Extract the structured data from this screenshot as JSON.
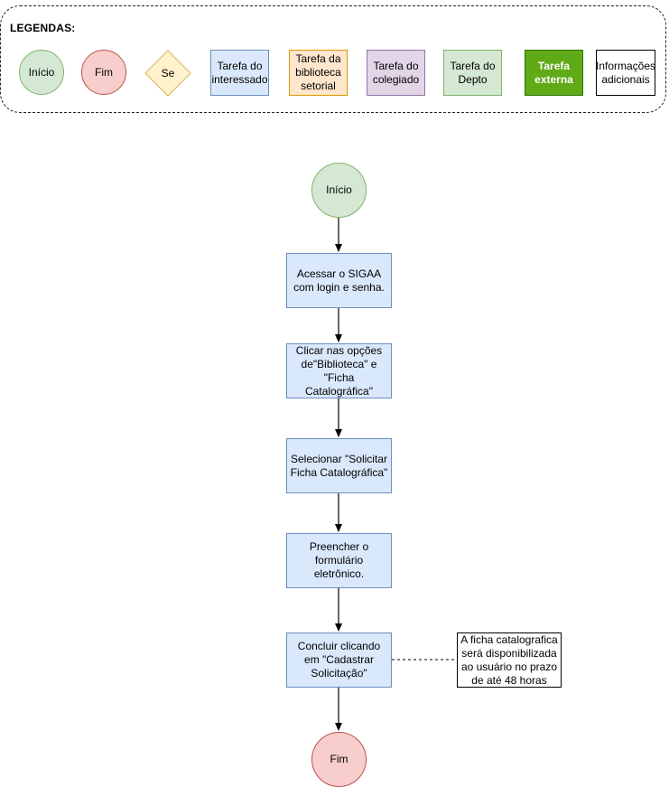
{
  "legend": {
    "title": "LEGENDAS:",
    "inicio": "Início",
    "fim": "Fim",
    "se": "Se",
    "tarefa_interessado": "Tarefa do interessado",
    "tarefa_biblioteca": "Tarefa da biblioteca setorial",
    "tarefa_colegiado": "Tarefa do colegiado",
    "tarefa_depto": "Tarefa do Depto",
    "tarefa_externa": "Tarefa externa",
    "informacoes": "Informações adicionais"
  },
  "flow": {
    "start": "Início",
    "step1": "Acessar o SIGAA com login e senha.",
    "step2": "Clicar nas opções de\"Biblioteca\" e \"Ficha Catalográfica\"",
    "step3": "Selecionar \"Solicitar Ficha Catalográfica\"",
    "step4": "Preencher o formulário eletrônico.",
    "step5": "Concluir clicando em \"Cadastrar Solicitação\"",
    "note": "A ficha catalografica será disponibilizada ao usuário no prazo de até 48 horas",
    "end": "Fim"
  },
  "colors": {
    "interessado": "#dae8fc",
    "biblioteca": "#ffe6cc",
    "colegiado": "#e1d5e7",
    "depto": "#d5e8d4",
    "externa": "#60a917",
    "inicio": "#d5e8d4",
    "fim": "#f8cecc",
    "se": "#fff2cc"
  }
}
